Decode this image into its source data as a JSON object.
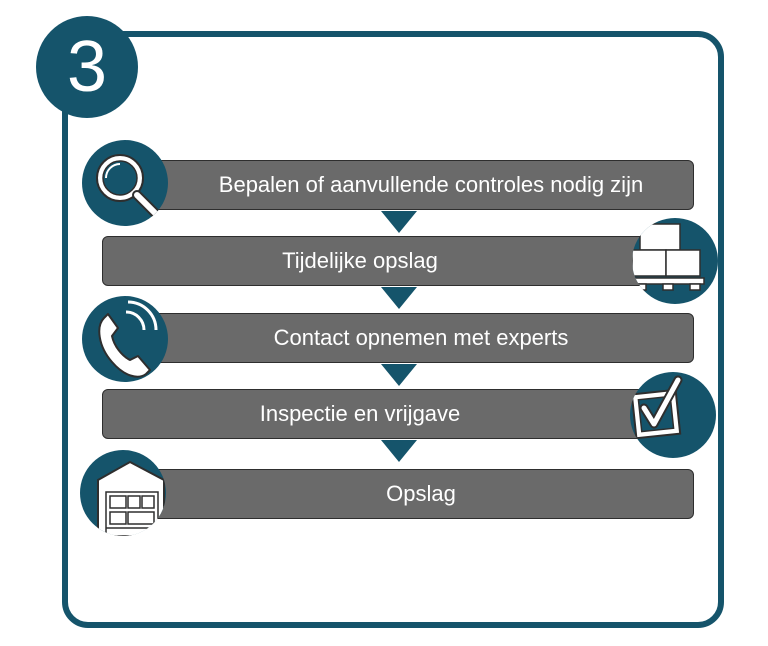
{
  "badge": {
    "number": "3"
  },
  "steps": [
    {
      "label": "Bepalen of aanvullende controles nodig zijn",
      "icon": "magnifier-icon"
    },
    {
      "label": "Tijdelijke opslag",
      "icon": "pallet-boxes-icon"
    },
    {
      "label": "Contact opnemen met experts",
      "icon": "phone-icon"
    },
    {
      "label": "Inspectie en vrijgave",
      "icon": "checkbox-icon"
    },
    {
      "label": "Opslag",
      "icon": "warehouse-icon"
    }
  ],
  "colors": {
    "accent": "#15546b",
    "bar": "#6a6a6a",
    "bar_border": "#2e2e2e",
    "text": "#ffffff"
  }
}
